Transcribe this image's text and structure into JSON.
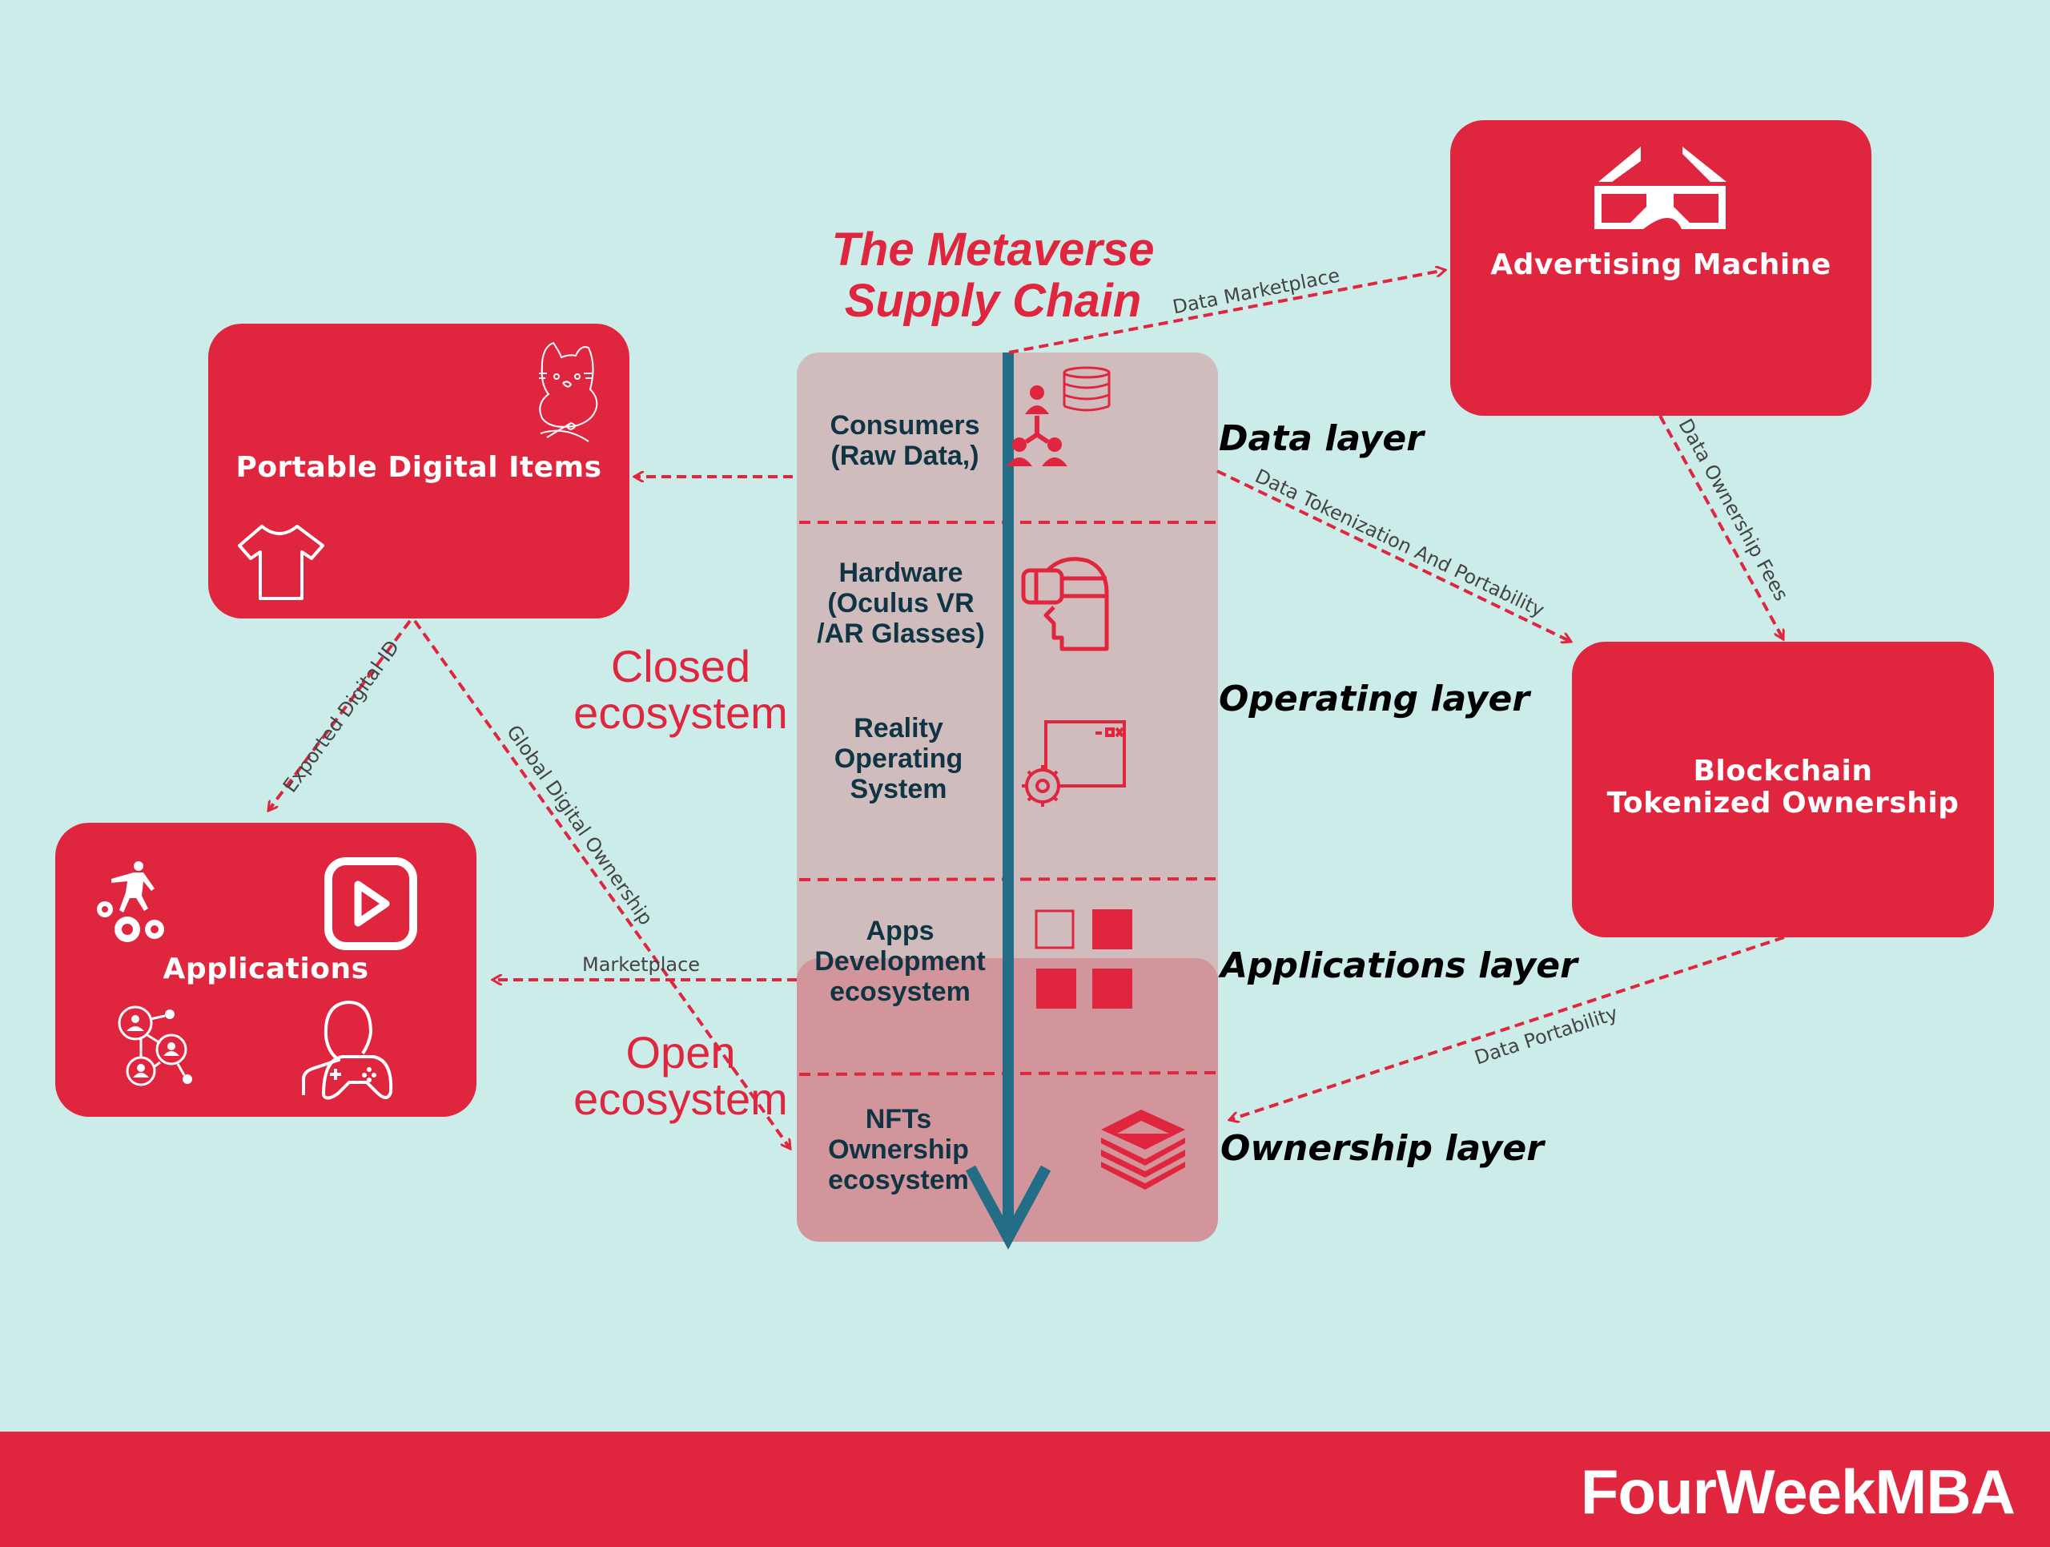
{
  "title": {
    "line1": "The Metaverse",
    "line2": "Supply Chain"
  },
  "colors": {
    "background": "#CBECE9",
    "accent_red": "#E0263F",
    "column": "#D0BBBD",
    "column_open": "#D2959B",
    "arrow_teal": "#236E86",
    "stage_text": "#0F3545"
  },
  "boxes": {
    "portable_digital_items": {
      "label": "Portable Digital Items",
      "icons": [
        "cat-doodle-icon",
        "tshirt-icon"
      ]
    },
    "applications": {
      "label": "Applications",
      "icons": [
        "gears-person-icon",
        "play-button-icon",
        "network-people-icon",
        "gamer-icon"
      ]
    },
    "advertising_machine": {
      "label": "Advertising Machine",
      "icons": [
        "3d-glasses-icon"
      ]
    },
    "blockchain": {
      "line1": "Blockchain",
      "line2": "Tokenized Ownership"
    }
  },
  "stages": [
    {
      "lines": [
        "Consumers",
        "(Raw Data,)"
      ],
      "icon": "consumers-data-icon"
    },
    {
      "lines": [
        "Hardware",
        "(Oculus VR",
        "/AR Glasses)"
      ],
      "icon": "vr-headset-icon"
    },
    {
      "lines": [
        "Reality",
        "Operating",
        "System"
      ],
      "icon": "window-gear-icon"
    },
    {
      "lines": [
        "Apps",
        "Development",
        "ecosystem"
      ],
      "icon": "app-grid-icon"
    },
    {
      "lines": [
        "NFTs",
        "Ownership",
        "ecosystem"
      ],
      "icon": "layers-icon"
    }
  ],
  "layers": {
    "data": "Data layer",
    "operating": "Operating layer",
    "applications": "Applications layer",
    "ownership": "Ownership layer"
  },
  "ecosystems": {
    "closed": {
      "line1": "Closed",
      "line2": "ecosystem"
    },
    "open": {
      "line1": "Open",
      "line2": "ecosystem"
    }
  },
  "edges": {
    "data_marketplace": "Data Marketplace",
    "data_tokenization": "Data Tokenization And Portability",
    "data_ownership_fees": "Data Ownership Fees",
    "data_portability": "Data Portability",
    "exported_digital_id": "Exported Digital ID",
    "global_digital_ownership": "Global Digital Ownership",
    "marketplace": "Marketplace"
  },
  "footer": {
    "brand": "FourWeekMBA"
  }
}
